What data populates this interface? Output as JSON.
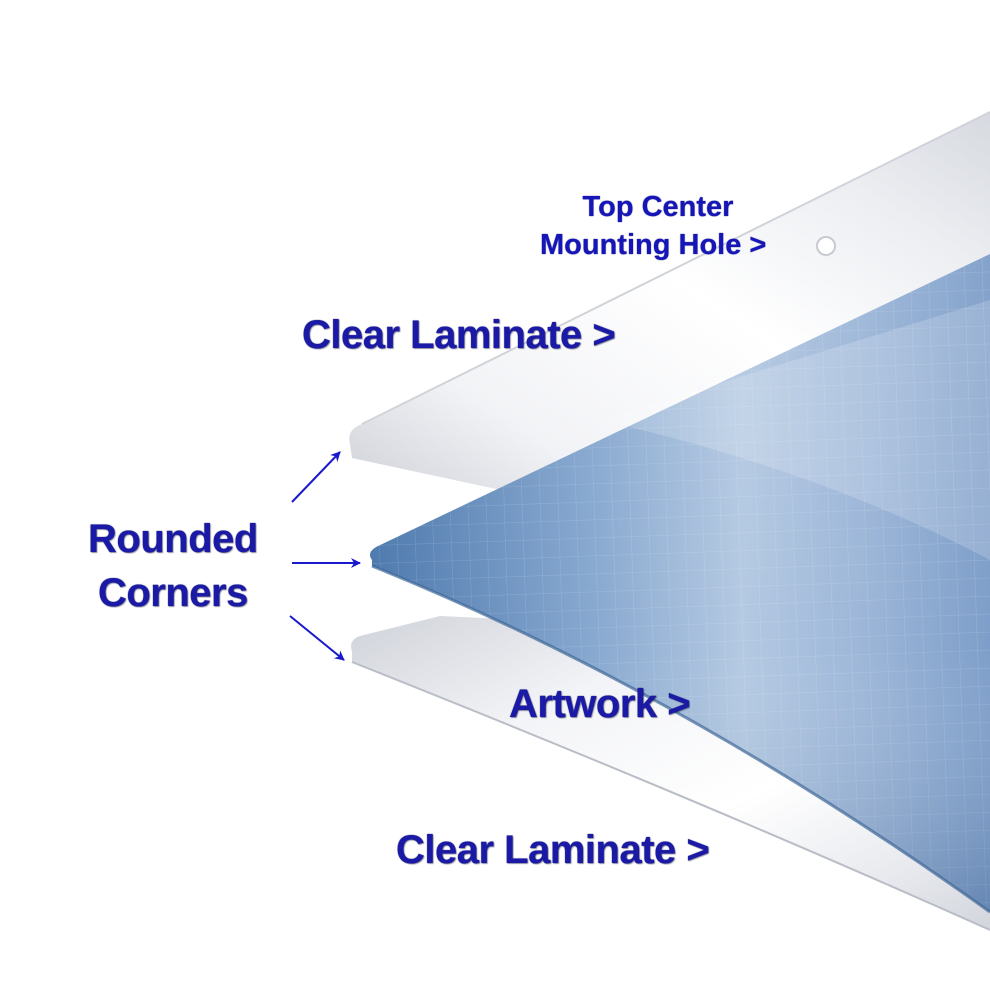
{
  "labels": {
    "top_hole_line1": "Top Center",
    "top_hole_line2": "Mounting Hole >",
    "clear_laminate_top": "Clear Laminate >",
    "rounded_line1": "Rounded",
    "rounded_line2": "Corners",
    "artwork": "Artwork >",
    "clear_laminate_bottom": "Clear Laminate >"
  },
  "colors": {
    "label_text": "#1a1aa6",
    "arrow": "#1a1acc",
    "artwork_fill": "#6e94c4",
    "laminate_fill": "#e4e7ee"
  },
  "icons": {
    "mounting_hole": "circle-hole-icon",
    "arrows": "arrow-icon"
  }
}
